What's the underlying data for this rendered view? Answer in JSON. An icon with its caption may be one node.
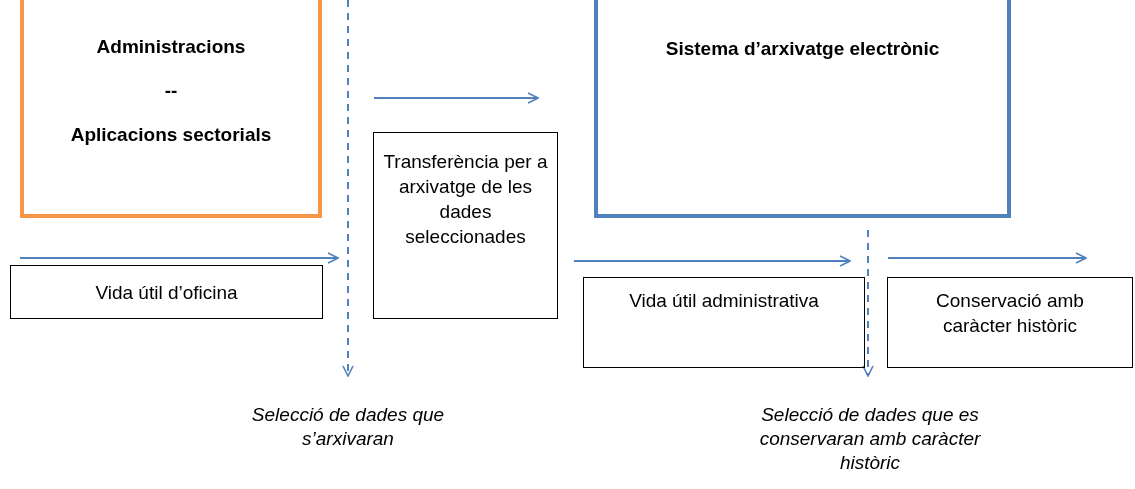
{
  "diagram": {
    "nodes": [
      {
        "text": [
          "Administracions",
          "--",
          "Aplicacions sectorials"
        ]
      },
      {
        "text": [
          "Sistema d’arxivatge electrònic"
        ]
      },
      {
        "text": [
          "Transferència per a arxivatge de les dades seleccionades"
        ]
      },
      {
        "text": [
          "Vida útil d’oficina"
        ]
      },
      {
        "text": [
          "Vida útil administrativa"
        ]
      },
      {
        "text": [
          "Conservació amb caràcter històric"
        ]
      }
    ],
    "labels": [
      "Selecció de dades que s’arxivaran",
      "Selecció de dades que es conservaran amb caràcter històric"
    ]
  }
}
